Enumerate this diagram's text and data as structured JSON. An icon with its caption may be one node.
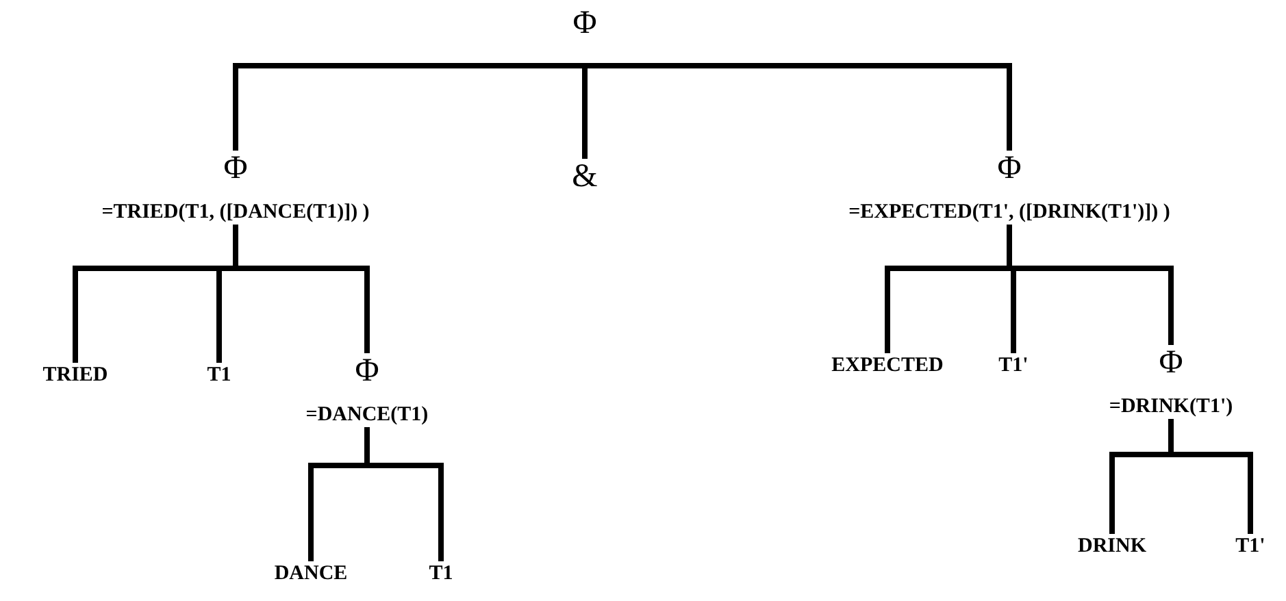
{
  "diagram": {
    "nodes": [
      {
        "text": [
          "Φ"
        ]
      },
      {
        "text": [
          "Φ",
          "=TRIED(T1, ([DANCE(T1)]) )"
        ]
      },
      {
        "text": [
          "&"
        ]
      },
      {
        "text": [
          "Φ",
          "=EXPECTED(T1', ([DRINK(T1')]) )"
        ]
      },
      {
        "text": [
          "TRIED"
        ]
      },
      {
        "text": [
          "T1"
        ]
      },
      {
        "text": [
          "Φ",
          "=DANCE(T1)"
        ]
      },
      {
        "text": [
          "EXPECTED"
        ]
      },
      {
        "text": [
          "T1'"
        ]
      },
      {
        "text": [
          "Φ",
          "=DRINK(T1')"
        ]
      },
      {
        "text": [
          "DANCE"
        ]
      },
      {
        "text": [
          "T1"
        ]
      },
      {
        "text": [
          "DRINK"
        ]
      },
      {
        "text": [
          "T1'"
        ]
      }
    ],
    "edges": [
      {
        "from": 0,
        "to": 1,
        "arrow": "none"
      },
      {
        "from": 0,
        "to": 2,
        "arrow": "none"
      },
      {
        "from": 0,
        "to": 3,
        "arrow": "none"
      },
      {
        "from": 1,
        "to": 4,
        "arrow": "none"
      },
      {
        "from": 1,
        "to": 5,
        "arrow": "none"
      },
      {
        "from": 1,
        "to": 6,
        "arrow": "none"
      },
      {
        "from": 3,
        "to": 7,
        "arrow": "none"
      },
      {
        "from": 3,
        "to": 8,
        "arrow": "none"
      },
      {
        "from": 3,
        "to": 9,
        "arrow": "none"
      },
      {
        "from": 6,
        "to": 10,
        "arrow": "none"
      },
      {
        "from": 6,
        "to": 11,
        "arrow": "none"
      },
      {
        "from": 9,
        "to": 12,
        "arrow": "none"
      },
      {
        "from": 9,
        "to": 13,
        "arrow": "none"
      }
    ]
  }
}
